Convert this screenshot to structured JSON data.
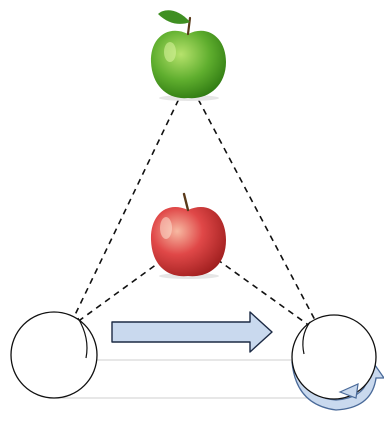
{
  "diagram": {
    "objects": [
      {
        "id": "far-object",
        "kind": "apple",
        "color": "#5fae2e",
        "highlight": "#9ad35a",
        "shadow": "#2f7a12",
        "leaf": "#3f8f22"
      },
      {
        "id": "near-object",
        "kind": "apple",
        "color": "#d83a3a",
        "highlight": "#f59a82",
        "shadow": "#9c1c1c"
      }
    ],
    "eyes": [
      {
        "id": "left-eye",
        "position": "left"
      },
      {
        "id": "right-eye",
        "position": "right"
      }
    ],
    "motion": {
      "direction": "left-to-right",
      "arrow_fill": "#c9d9ee",
      "arrow_stroke": "#1c2a44"
    },
    "rotation": {
      "direction": "clockwise",
      "arrow_fill": "#c9d9ee",
      "arrow_stroke": "#4a6a99"
    },
    "line_style": "dashed"
  }
}
